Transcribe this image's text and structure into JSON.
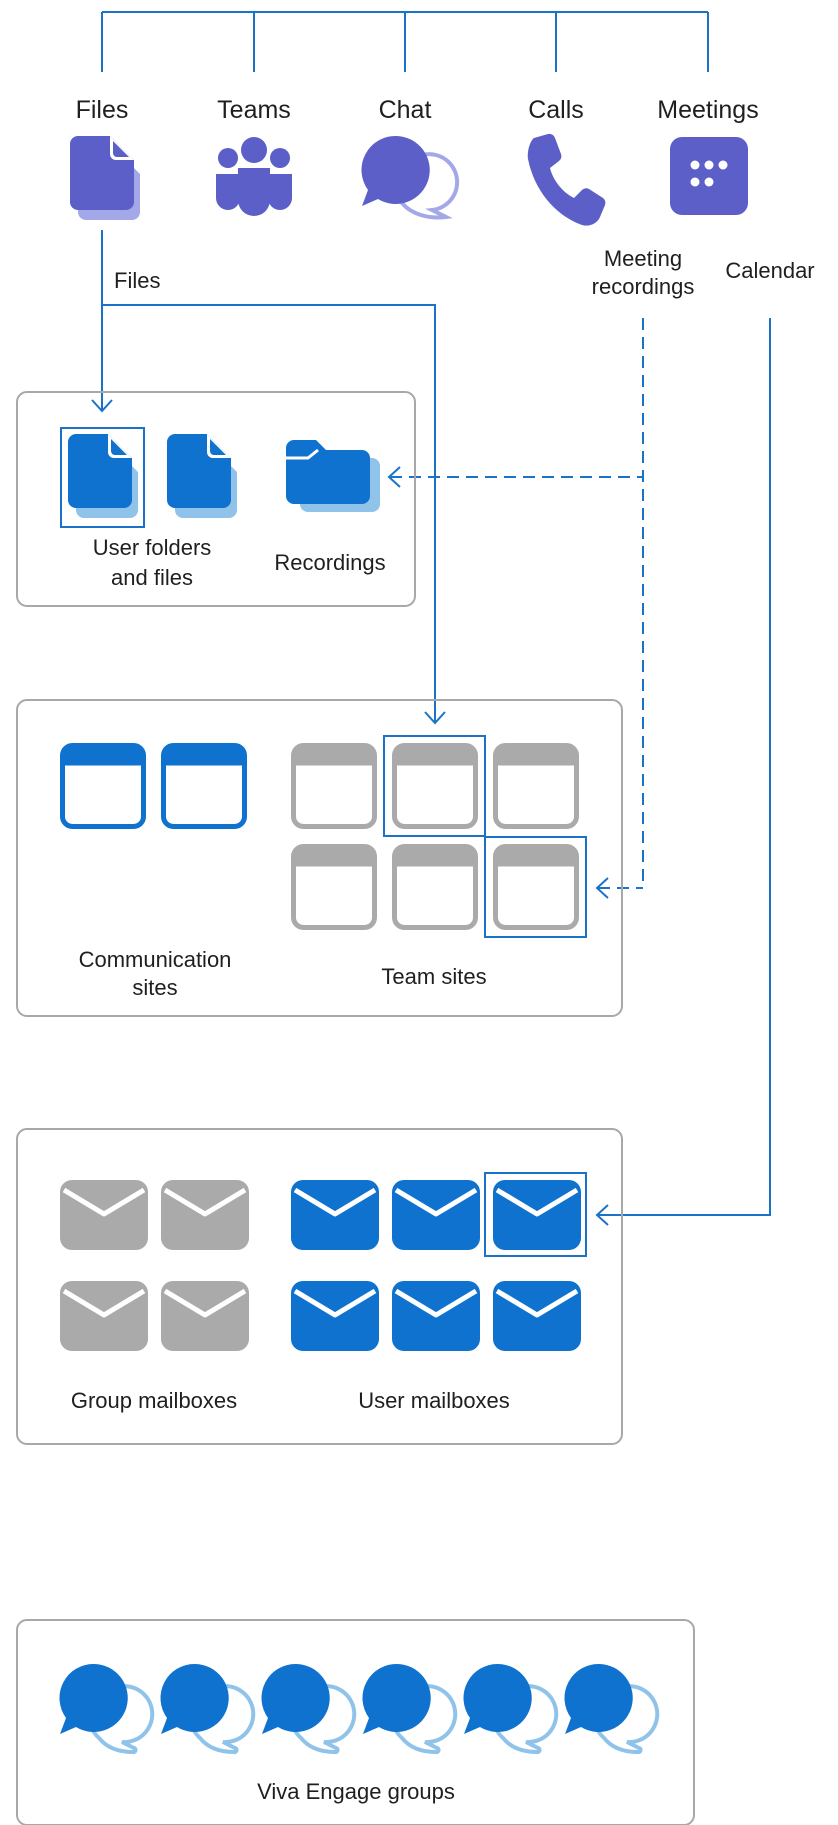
{
  "colors": {
    "teams_purple": "#5b5fc7",
    "teams_purple_light": "#a4a8e8",
    "blue": "#0f72cf",
    "blue_light": "#8fc3ea",
    "gray": "#aaaaaa",
    "gray_dark": "#999999",
    "box_border": "#a8a8a8",
    "line_blue": "#1a73c7"
  },
  "apps": [
    {
      "label": "Files",
      "icon": "file-icon"
    },
    {
      "label": "Teams",
      "icon": "people-icon"
    },
    {
      "label": "Chat",
      "icon": "chat-icon"
    },
    {
      "label": "Calls",
      "icon": "phone-icon"
    },
    {
      "label": "Meetings",
      "icon": "meetings-icon"
    }
  ],
  "connector_labels": {
    "files": "Files",
    "meeting_recordings_line1": "Meeting",
    "meeting_recordings_line2": "recordings",
    "calendar": "Calendar"
  },
  "onedrive_box": {
    "user_files_line1": "User folders",
    "user_files_line2": "and files",
    "recordings": "Recordings"
  },
  "sharepoint_box": {
    "communication_line1": "Communication",
    "communication_line2": "sites",
    "team_sites": "Team sites"
  },
  "exchange_box": {
    "group_mailboxes": "Group mailboxes",
    "user_mailboxes": "User mailboxes"
  },
  "viva_box": {
    "label": "Viva Engage groups",
    "group_count": 6
  }
}
